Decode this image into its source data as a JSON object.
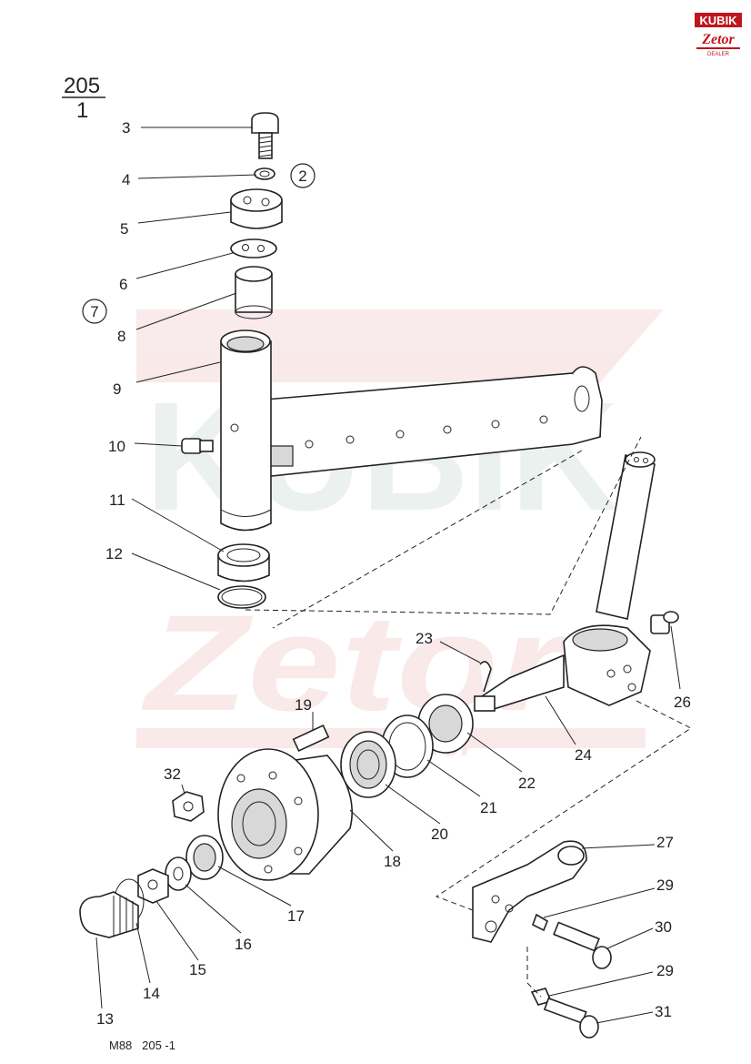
{
  "header": {
    "group": "205",
    "sheet": "1"
  },
  "footer": {
    "code": "M88   205 -1"
  },
  "logo": {
    "brand_top": "KUBIK",
    "brand_bottom": "Zetor",
    "sub": "DEALER"
  },
  "watermark": {
    "top": "KUBIK",
    "bottom": "Zetor",
    "sub": "Dealer"
  },
  "callouts": [
    {
      "id": "3",
      "circled": false
    },
    {
      "id": "4",
      "circled": false
    },
    {
      "id": "2",
      "circled": true
    },
    {
      "id": "5",
      "circled": false
    },
    {
      "id": "6",
      "circled": false
    },
    {
      "id": "7",
      "circled": true
    },
    {
      "id": "8",
      "circled": false
    },
    {
      "id": "9",
      "circled": false
    },
    {
      "id": "10",
      "circled": false
    },
    {
      "id": "11",
      "circled": false
    },
    {
      "id": "12",
      "circled": false
    },
    {
      "id": "23",
      "circled": false
    },
    {
      "id": "19",
      "circled": false
    },
    {
      "id": "26",
      "circled": false
    },
    {
      "id": "24",
      "circled": false
    },
    {
      "id": "22",
      "circled": false
    },
    {
      "id": "32",
      "circled": false
    },
    {
      "id": "21",
      "circled": false
    },
    {
      "id": "20",
      "circled": false
    },
    {
      "id": "18",
      "circled": false
    },
    {
      "id": "27",
      "circled": false
    },
    {
      "id": "17",
      "circled": false
    },
    {
      "id": "16",
      "circled": false
    },
    {
      "id": "29",
      "circled": false
    },
    {
      "id": "30",
      "circled": false
    },
    {
      "id": "15",
      "circled": false
    },
    {
      "id": "14",
      "circled": false
    },
    {
      "id": "13",
      "circled": false
    },
    {
      "id": "29",
      "circled": false
    },
    {
      "id": "31",
      "circled": false
    }
  ]
}
